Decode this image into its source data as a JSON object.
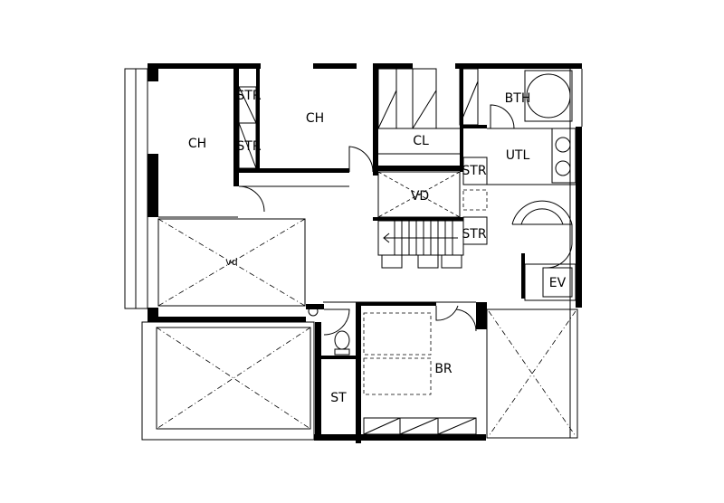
{
  "plan": {
    "rooms": {
      "ch_left": "CH",
      "ch_center": "CH",
      "str_top1": "STR",
      "str_top2": "STR",
      "cl": "CL",
      "bth": "BTH",
      "utl": "UTL",
      "str_mid": "STR",
      "vd_center": "VD",
      "str_stair": "STR",
      "vd_left": "vd",
      "ev": "EV",
      "br": "BR",
      "st": "ST"
    }
  }
}
